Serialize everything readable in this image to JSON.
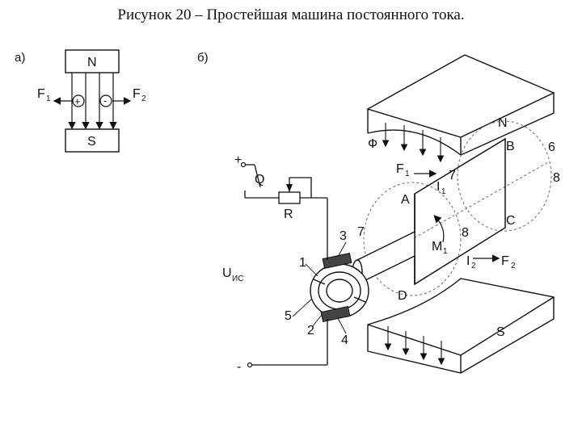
{
  "title": "Рисунок 20 – Простейшая машина постоянного тока.",
  "panel_a": {
    "label": "а)",
    "north": "N",
    "south": "S",
    "plus": "+",
    "minus": "-",
    "f1": "F",
    "f1_sub": "1",
    "f2": "F",
    "f2_sub": "2"
  },
  "panel_b": {
    "label": "б)",
    "north": "N",
    "south": "S",
    "flux": "Ф",
    "B": "B",
    "C": "C",
    "A": "A",
    "D": "D",
    "six": "6",
    "eight_top": "8",
    "seven_top": "7",
    "seven_left": "7",
    "eight_mid": "8",
    "f1": "F",
    "f1_sub": "1",
    "i1": "I",
    "i1_sub": "1",
    "m1": "M",
    "m1_sub": "1",
    "i2": "I",
    "i2_sub": "2",
    "f2": "F",
    "f2_sub": "2",
    "plus_term": "+",
    "switch": "Q",
    "rheostat": "R",
    "voltage": "U",
    "voltage_sub": "ИС",
    "minus_term": "-",
    "num1": "1",
    "num2": "2",
    "num3": "3",
    "num4": "4",
    "num5": "5"
  }
}
